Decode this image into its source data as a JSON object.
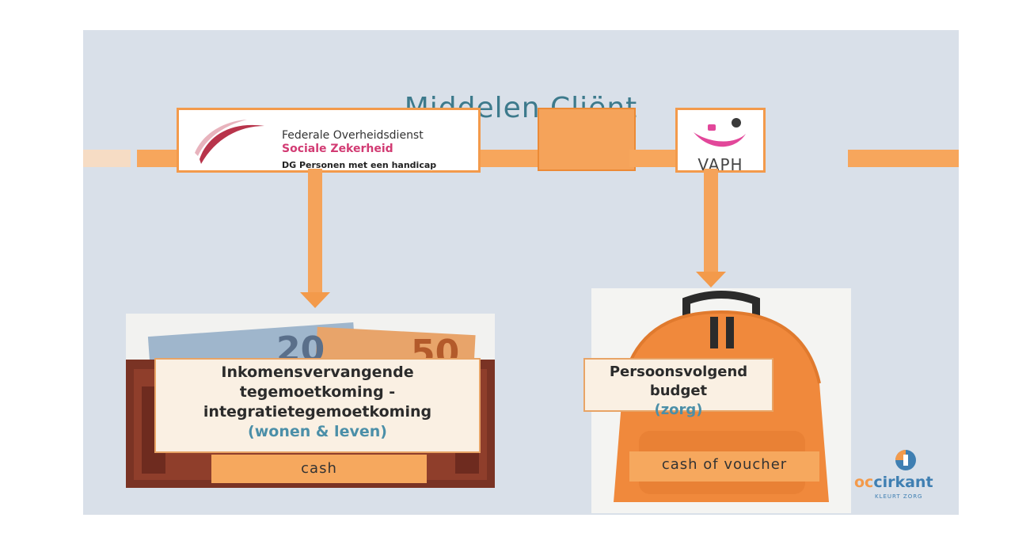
{
  "title": "Middelen Cliënt",
  "colors": {
    "accent_orange": "#f5a35a",
    "title_teal": "#3d7a8c",
    "slide_bg": "#d9e0e9",
    "fod_pink": "#d23b73",
    "vaph_pink": "#e2479a",
    "occ_blue": "#3f7fb2"
  },
  "fod": {
    "line1": "Federale Overheidsdienst",
    "line2": "Sociale Zekerheid",
    "line3": "DG Personen met een handicap",
    "logo_icon": "fod-swoosh-icon"
  },
  "vaph": {
    "label": "VAPH",
    "logo_icon": "vaph-smile-icon"
  },
  "left_panel": {
    "line1": "Inkomensvervangende",
    "line2": "tegemoetkoming -",
    "line3": "integratietegemoetkoming",
    "sub": "(wonen & leven)",
    "tag": "cash",
    "image": "wallet-with-euro-notes"
  },
  "right_panel": {
    "line1": "Persoonsvolgend budget",
    "sub": "(zorg)",
    "tag": "cash of voucher",
    "image": "orange-backpack"
  },
  "occ": {
    "name_prefix": "oc",
    "name_rest": "cirkant",
    "tagline": "KLEURT ZORG"
  }
}
